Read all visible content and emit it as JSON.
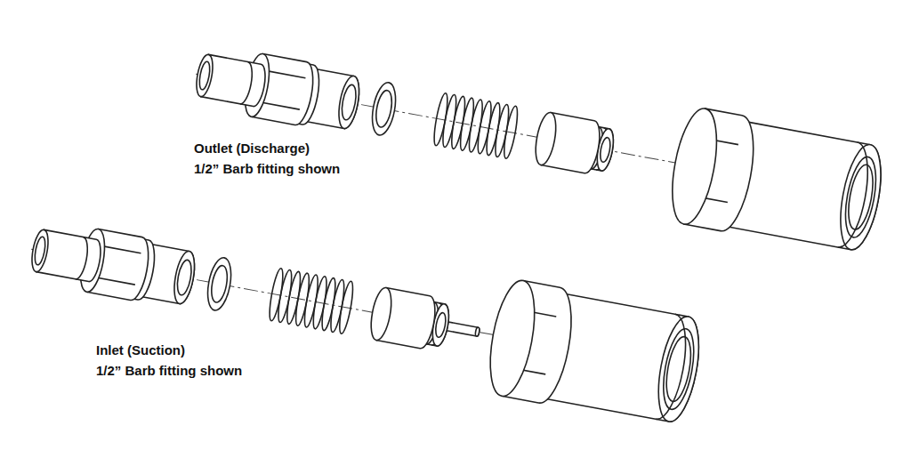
{
  "diagram": {
    "labels": [
      "Outlet (Discharge)",
      "1/2” Barb fitting shown",
      "Inlet (Suction)",
      "1/2” Barb fitting shown"
    ]
  }
}
